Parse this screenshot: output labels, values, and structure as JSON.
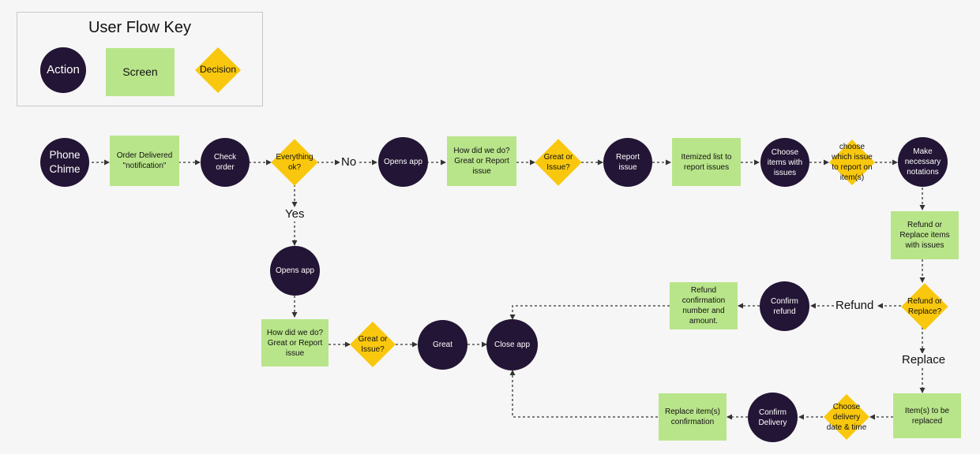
{
  "key": {
    "title": "User Flow Key",
    "action": "Action",
    "screen": "Screen",
    "decision": "Decision"
  },
  "nodes": {
    "phone_chime": "Phone\nChime",
    "order_delivered": "Order Delivered\n\"notification\"",
    "check_order": "Check\norder",
    "everything_ok": "Everything\nok?",
    "opens_app_top": "Opens app",
    "how_did_we_do_top": "How did we do?\nGreat or Report\nissue",
    "great_or_issue_top": "Great or\nIssue?",
    "report_issue": "Report\nissue",
    "itemized_list": "Itemized list to\nreport issues",
    "choose_items": "Choose\nitems with\nissues",
    "choose_which_issue": "choose\nwhich issue\nto report on\nitem(s)",
    "make_notations": "Make\nnecessary\nnotations",
    "refund_or_replace_items": "Refund or\nReplace items\nwith issues",
    "refund_or_replace_decision": "Refund or\nReplace?",
    "confirm_refund": "Confirm\nrefund",
    "refund_confirmation": "Refund\nconfirmation\nnumber and\namount.",
    "opens_app_bottom": "Opens app",
    "how_did_we_do_bottom": "How did we do?\nGreat or Report\nissue",
    "great_or_issue_bottom": "Great or\nIssue?",
    "great": "Great",
    "close_app": "Close app",
    "items_to_be_replaced": "Item(s) to be\nreplaced",
    "choose_delivery": "Choose\ndelivery\ndate & time",
    "confirm_delivery": "Confirm\nDelivery",
    "replace_confirmation": "Replace item(s)\nconfirmation"
  },
  "edge_labels": {
    "no": "No",
    "yes": "Yes",
    "refund": "Refund",
    "replace": "Replace"
  },
  "colors": {
    "action": "#231535",
    "screen": "#b9e58a",
    "decision": "#f9c80e",
    "connector": "#333333"
  }
}
